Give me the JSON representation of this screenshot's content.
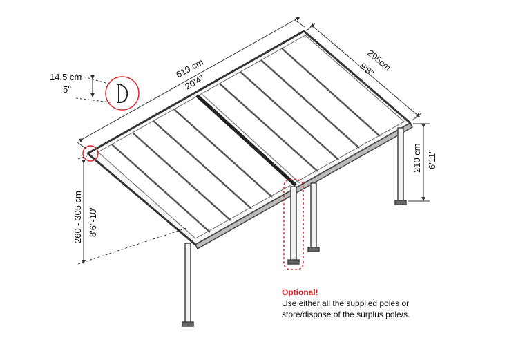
{
  "dimensions": {
    "length_metric": "619 cm",
    "length_imperial": "20'4\"",
    "depth_metric": "295cm",
    "depth_imperial": "9'8\"",
    "front_height_metric": "210 cm",
    "front_height_imperial": "6'11\"",
    "wall_height_metric": "260 - 305 cm",
    "wall_height_imperial": "8'6\"-10'",
    "profile_metric": "14.5 cm",
    "profile_imperial": "5\""
  },
  "note": {
    "title": "Optional!",
    "line1": "Use either all the supplied poles or",
    "line2": "store/dispose of the surplus pole/s."
  },
  "colors": {
    "highlight": "#d7262b",
    "frame": "#555555",
    "panel": "#ffffff"
  }
}
